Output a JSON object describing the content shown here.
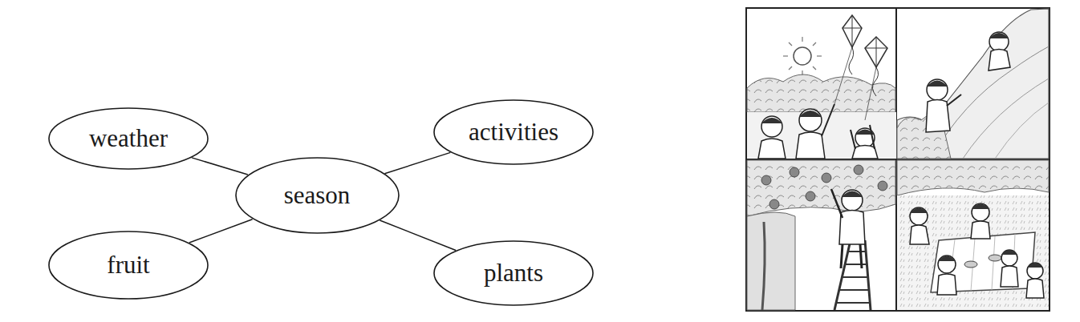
{
  "diagram": {
    "nodes": [
      {
        "text": [
          "weather"
        ]
      },
      {
        "text": [
          "activities"
        ]
      },
      {
        "text": [
          "season"
        ]
      },
      {
        "text": [
          "fruit"
        ]
      },
      {
        "text": [
          "plants"
        ]
      }
    ],
    "edges": [
      {
        "from": 2,
        "to": 0,
        "arrow": "none"
      },
      {
        "from": 2,
        "to": 1,
        "arrow": "none"
      },
      {
        "from": 2,
        "to": 3,
        "arrow": "none"
      },
      {
        "from": 2,
        "to": 4,
        "arrow": "none"
      }
    ]
  }
}
